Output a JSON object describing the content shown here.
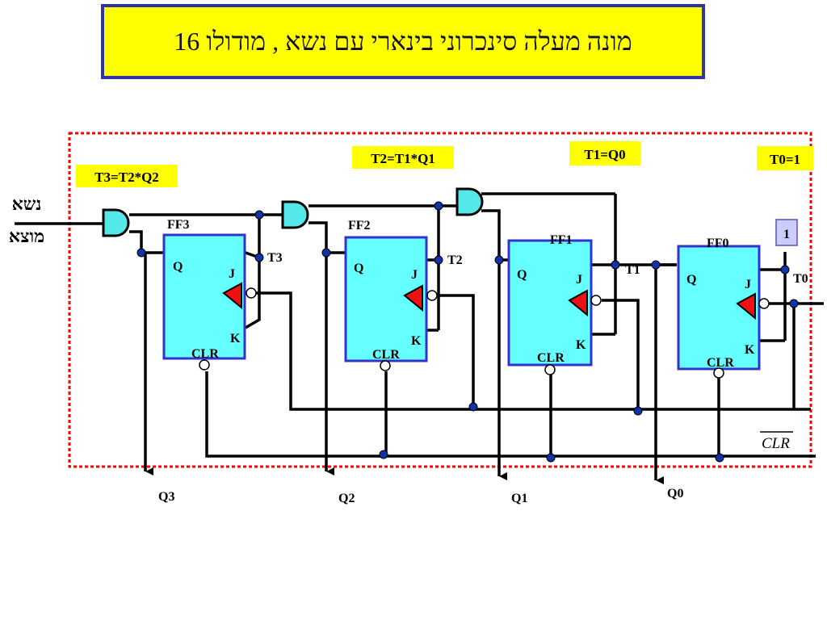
{
  "title": "מונה מעלה סינכרוני בינארי עם נשא , מודולו 16",
  "carry_label": "נשא מוצא",
  "equations": [
    "T3=T2*Q2",
    "T2=T1*Q1",
    "T1=Q0",
    "T0=1"
  ],
  "flip_flops": [
    {
      "name": "FF3",
      "q": "Q",
      "j": "J",
      "k": "K",
      "clr": "CLR"
    },
    {
      "name": "FF2",
      "q": "Q",
      "j": "J",
      "k": "K",
      "clr": "CLR"
    },
    {
      "name": "FF1",
      "q": "Q",
      "j": "J",
      "k": "K",
      "clr": "CLR"
    },
    {
      "name": "FF0",
      "q": "Q",
      "j": "J",
      "k": "K",
      "clr": "CLR"
    }
  ],
  "signals": {
    "t3": "T3",
    "t2": "T2",
    "t1": "T1",
    "t0": "T0",
    "constant_one": "1"
  },
  "outputs": [
    "Q3",
    "Q2",
    "Q1",
    "Q0"
  ],
  "clr_line": "CLR",
  "colors": {
    "title_bg": "#ffff00",
    "title_border": "#3333a8",
    "ff_fill": "#66ffff",
    "ff_border": "#3333cc",
    "gate_fill": "#55e8e8",
    "label_bg": "#ffff00",
    "clock_marker": "#ff0000",
    "node": "#1133aa",
    "frame": "#ff0000"
  }
}
